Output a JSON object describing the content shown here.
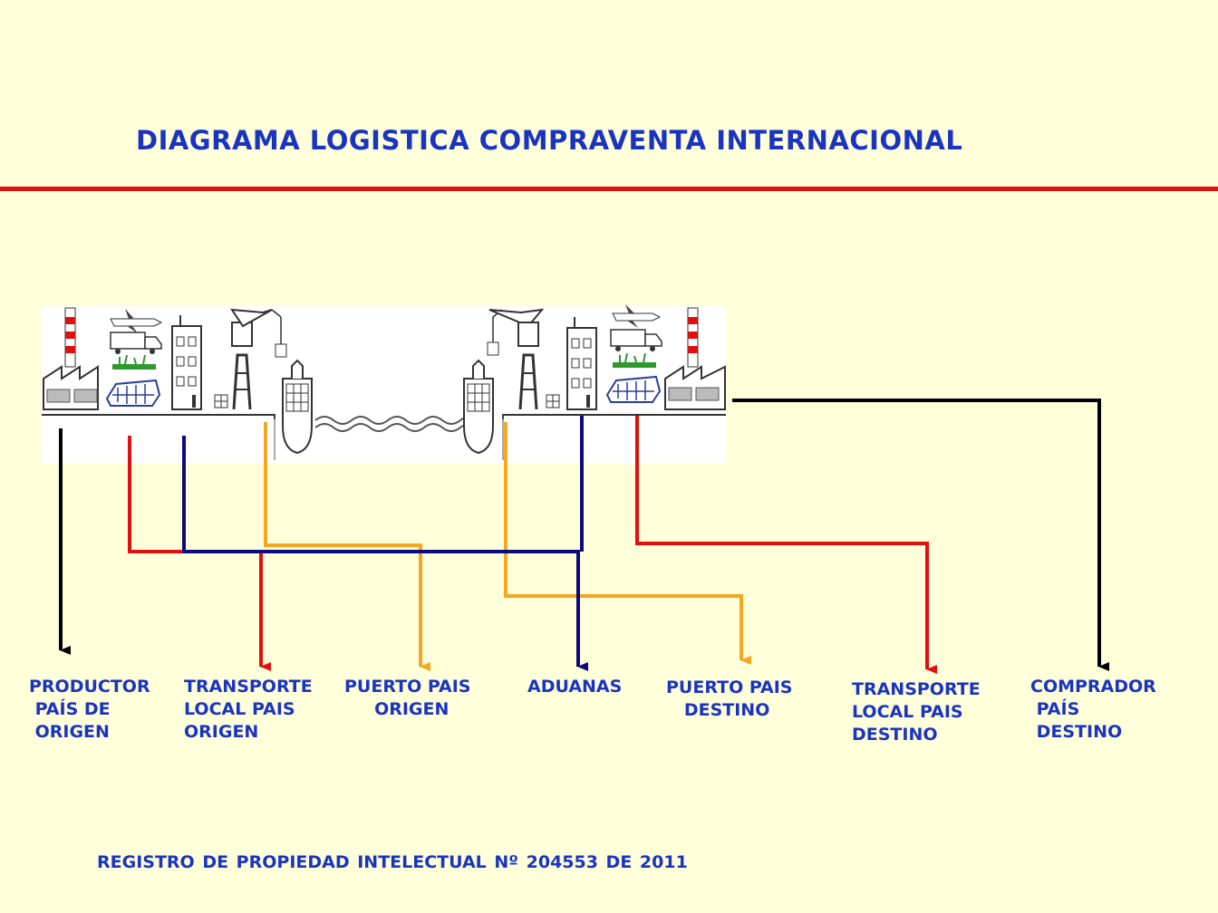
{
  "title": "DIAGRAMA LOGISTICA COMPRAVENTA INTERNACIONAL",
  "labels": {
    "productor": "PRODUCTOR\n PAÍS DE\n ORIGEN",
    "transporte_origen": "TRANSPORTE\nLOCAL PAIS\nORIGEN",
    "puerto_origen": "PUERTO PAIS\n     ORIGEN",
    "aduanas": "ADUANAS",
    "puerto_destino": "PUERTO PAIS\n   DESTINO",
    "transporte_destino": "TRANSPORTE\nLOCAL PAIS\nDESTINO",
    "comprador": "COMPRADOR\n PAÍS\n DESTINO"
  },
  "footer": "REGISTRO DE PROPIEDAD INTELECTUAL Nº 204553 DE 2011",
  "colors": {
    "text": "#1a34c2",
    "rule": "#e01010",
    "line_red": "#e01010",
    "line_navy": "#0b0b80",
    "line_orange": "#f5a623",
    "line_black": "#000000"
  }
}
